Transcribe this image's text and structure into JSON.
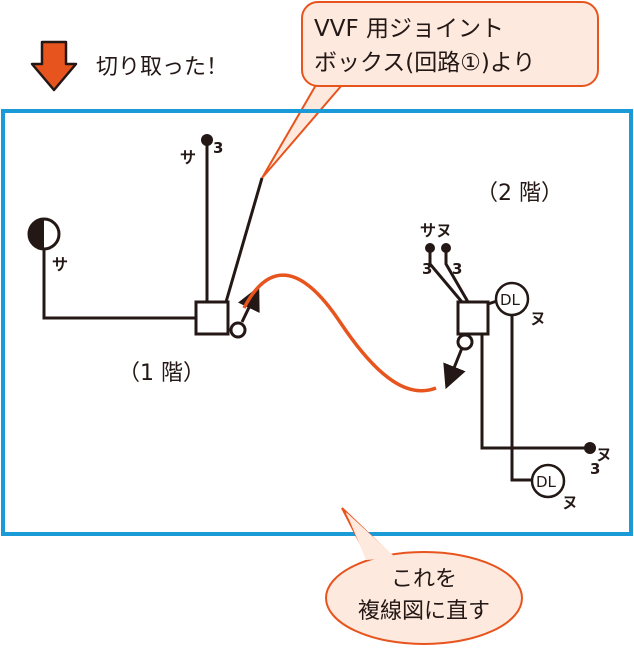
{
  "header": {
    "cut_label": "切り取った！"
  },
  "callouts": {
    "top": {
      "line1": "VVF 用ジョイント",
      "line2": "ボックス(回路①)より"
    },
    "bottom": {
      "line1": "これを",
      "line2": "複線図に直す"
    }
  },
  "floors": {
    "first": "（1 階）",
    "second": "（2 階）"
  },
  "labels": {
    "sa": "サ",
    "nu": "ヌ",
    "three": "3",
    "sanu": "サヌ",
    "dl": "DL"
  },
  "colors": {
    "frame": "#1a9ad6",
    "orange": "#e8541e",
    "callout_fill": "#fde9de",
    "callout_border": "#e8541e",
    "wire": "#231815"
  }
}
